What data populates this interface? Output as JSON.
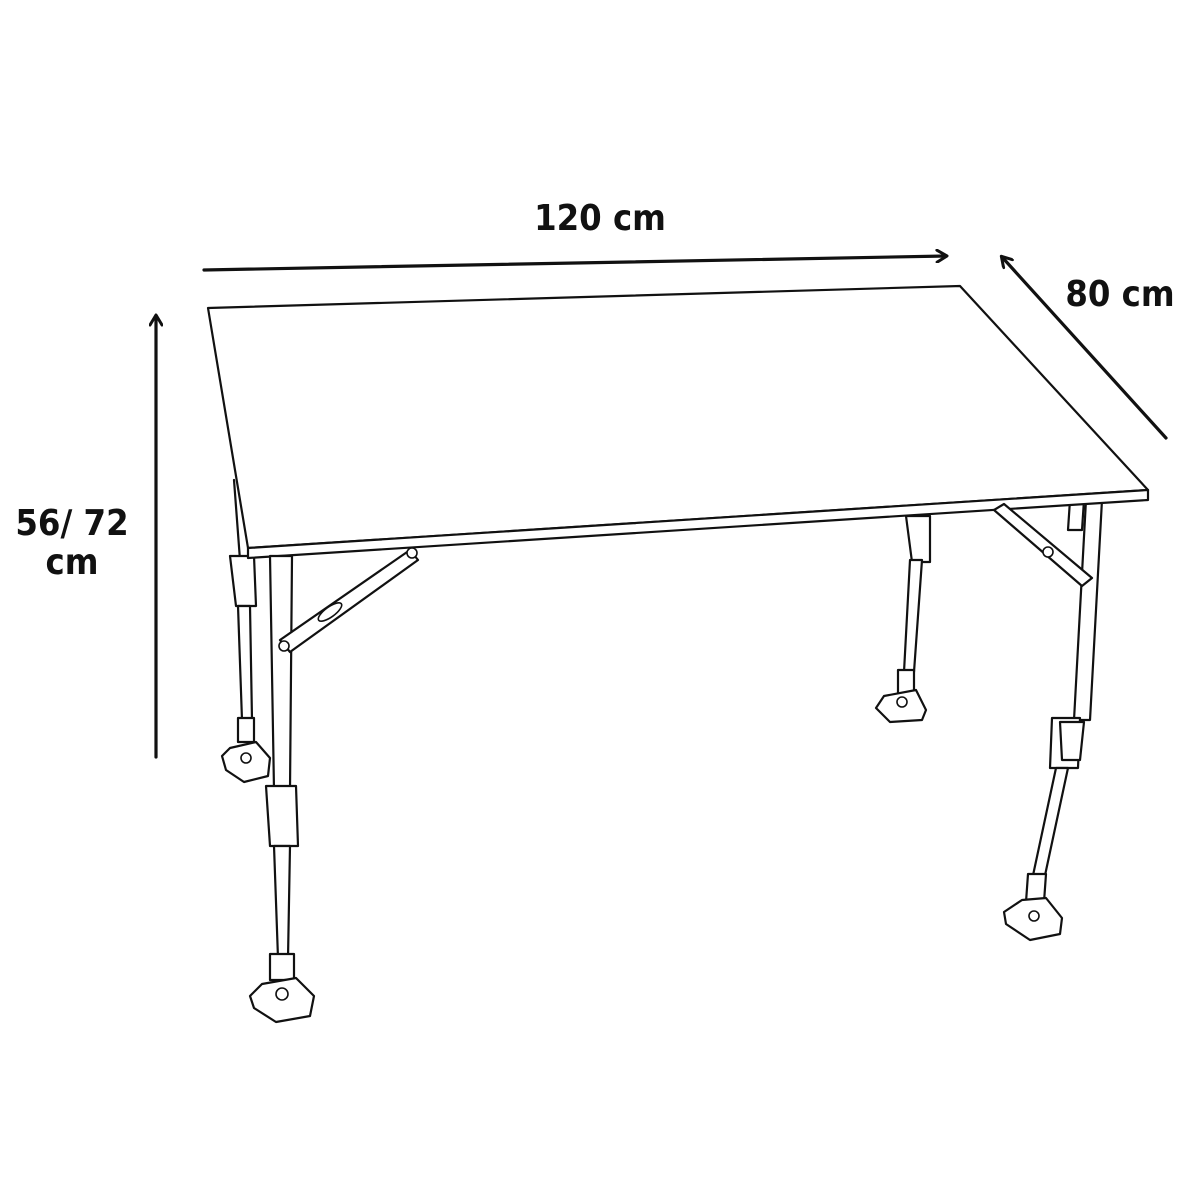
{
  "dimensions": {
    "width_label": "120 cm",
    "depth_label": "80 cm",
    "height_label_line1": "56/ 72",
    "height_label_line2": "cm"
  },
  "colors": {
    "line": "#111111",
    "background": "#ffffff"
  }
}
